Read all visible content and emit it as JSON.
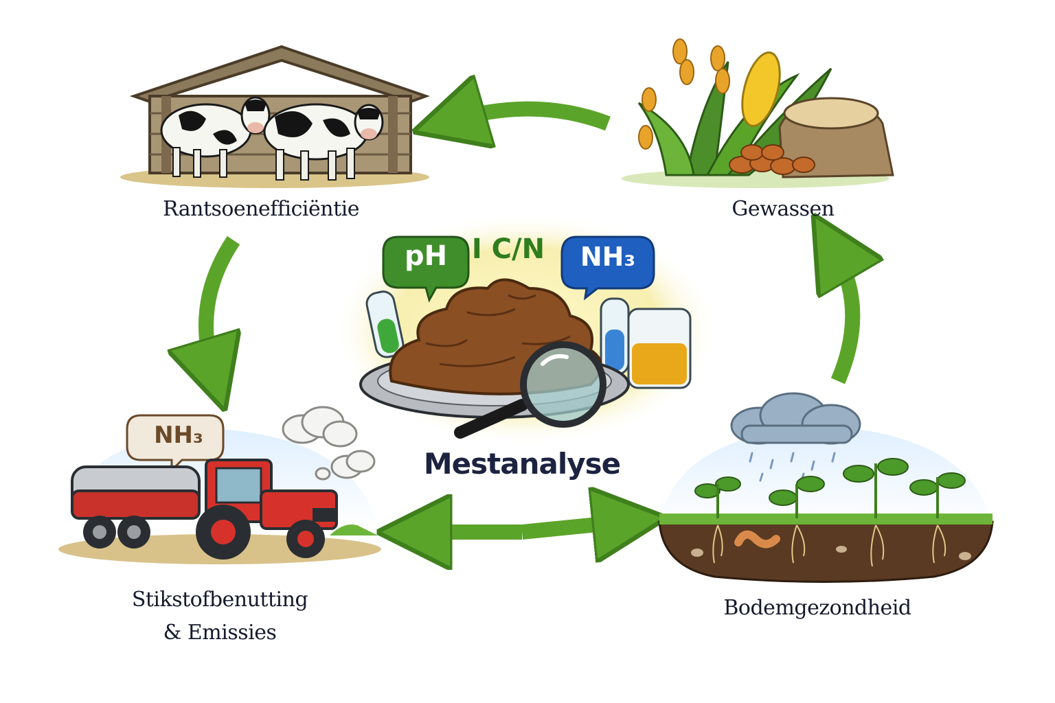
{
  "diagram": {
    "center": {
      "title": "Mestanalyse",
      "badges": {
        "ph": "pH",
        "cn": "I C/N",
        "nh3": "NH₃"
      }
    },
    "nodes": {
      "ration": {
        "label": "Rantsoenefficiëntie"
      },
      "crops": {
        "label": "Gewassen"
      },
      "nitrogen": {
        "label_line1": "Stikstofbenutting",
        "label_line2": "& Emissies",
        "badge": "NH₃"
      },
      "soil": {
        "label": "Bodemgezondheid"
      }
    },
    "colors": {
      "arrow": "#5ba42a",
      "arrow_dark": "#3f7f1c",
      "manure": "#8b4f24",
      "ph_bubble": "#3f8e2b",
      "nh3_bubble": "#1f5fbf",
      "tractor": "#d6322b"
    }
  }
}
